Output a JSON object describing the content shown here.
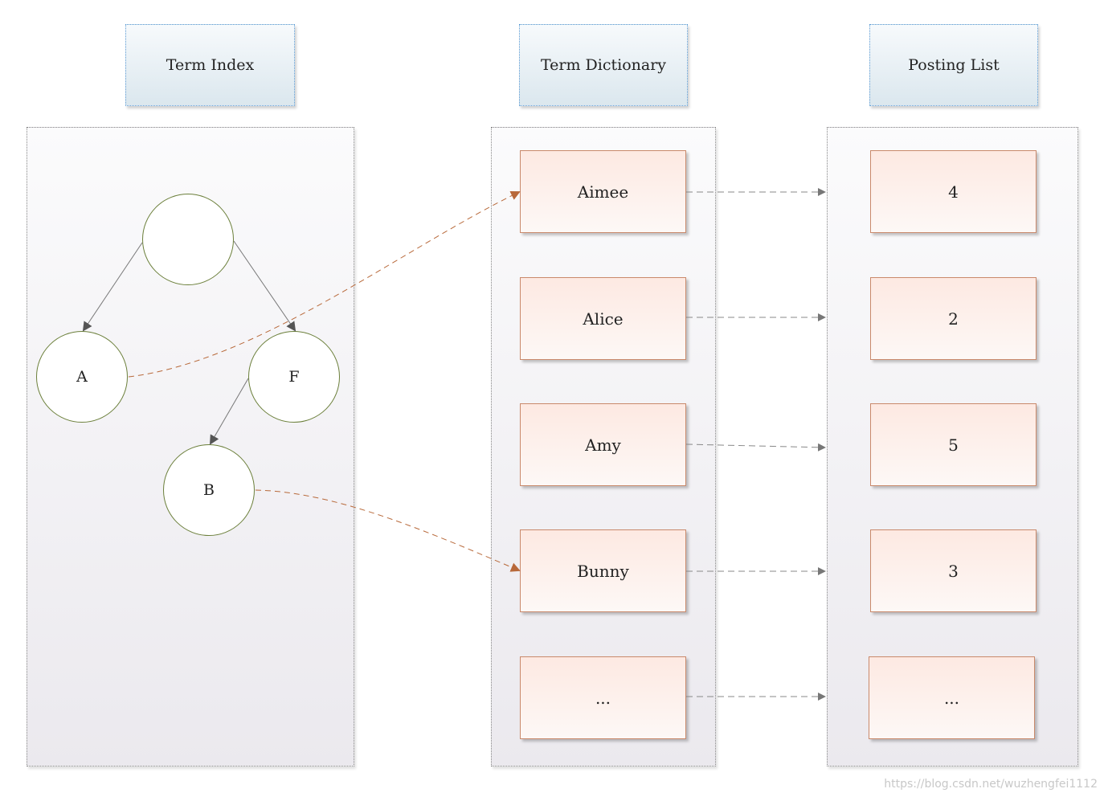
{
  "headers": {
    "term_index": "Term Index",
    "term_dictionary": "Term Dictionary",
    "posting_list": "Posting List"
  },
  "term_index": {
    "nodes": {
      "root": "",
      "a": "A",
      "f": "F",
      "b": "B"
    }
  },
  "term_dictionary": {
    "terms": [
      "Aimee",
      "Alice",
      "Amy",
      "Bunny",
      "..."
    ]
  },
  "posting_list": {
    "entries": [
      "4",
      "2",
      "5",
      "3",
      "..."
    ]
  },
  "watermark": "https://blog.csdn.net/wuzhengfei1112",
  "colors": {
    "header_border": "#5b9bd5",
    "box_border": "#c9896b",
    "node_border": "#6b7f3a",
    "pointer_arrow": "#b8693a",
    "link_arrow": "#777777"
  }
}
